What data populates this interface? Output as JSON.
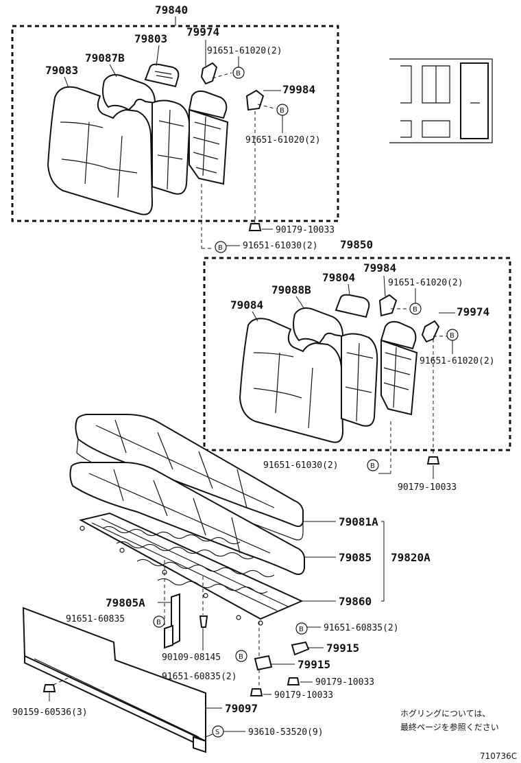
{
  "labels": {
    "g79840": "79840",
    "p79803": "79803",
    "p79974a": "79974",
    "p79087b": "79087B",
    "p79083": "79083",
    "b1": "91651-61020(2)",
    "p79984a": "79984",
    "b2": "91651-61020(2)",
    "n1": "90179-10033",
    "b3": "91651-61030(2)",
    "g79850": "79850",
    "p79984b": "79984",
    "p79804": "79804",
    "b4": "91651-61020(2)",
    "p79088b": "79088B",
    "p79084": "79084",
    "p79974b": "79974",
    "b5": "91651-61020(2)",
    "b6": "91651-61030(2)",
    "n2": "90179-10033",
    "p79081a": "79081A",
    "p79085": "79085",
    "g79820a": "79820A",
    "p79860": "79860",
    "p79805a": "79805A",
    "b7": "91651-60835",
    "b8": "91651-60835(2)",
    "p79915a": "79915",
    "s1": "90109-08145",
    "p79915b": "79915",
    "b9": "91651-60835(2)",
    "n3": "90179-10033",
    "n4": "90179-10033",
    "s2": "90159-60536(3)",
    "p79097": "79097",
    "s3": "93610-53520(9)"
  },
  "markers": {
    "b": "B",
    "s": "S"
  },
  "note": {
    "line1": "ホグリングについては、",
    "line2": "最終ページを参照ください"
  },
  "figure_code": "710736C"
}
